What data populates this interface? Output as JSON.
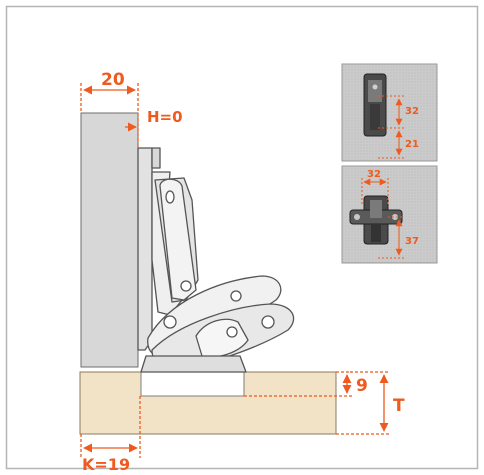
{
  "labels": {
    "overlay_width": "20",
    "overlay_h": "H=0",
    "cup_depth": "9",
    "panel_thickness": "T",
    "distance_k": "K=19"
  },
  "thumb_top": {
    "v1": "32",
    "v2": "21"
  },
  "thumb_bottom": {
    "h1": "32",
    "v1": "37"
  },
  "colors": {
    "dimension": "#ef5a1e",
    "door": "#d7d7d7",
    "door_edge": "#6e6e6e",
    "cabinet": "#f2e3c6",
    "cabinet_edge": "#8a7b60",
    "thumb_bg": "#c9c9c9",
    "frame": "#b5b5b5"
  }
}
